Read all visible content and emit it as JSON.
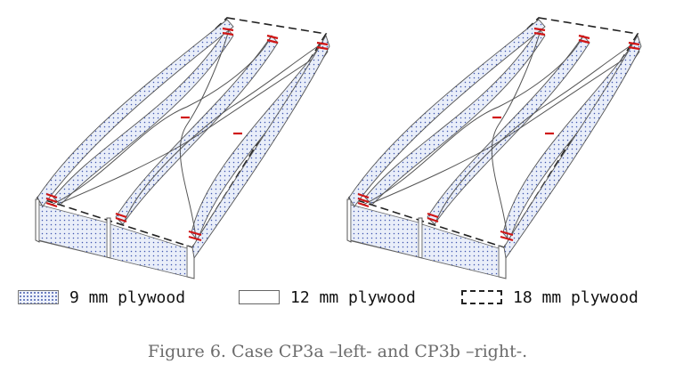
{
  "legend": {
    "items": [
      {
        "label": "9 mm plywood",
        "swatch": "dotted"
      },
      {
        "label": "12 mm plywood",
        "swatch": "plain"
      },
      {
        "label": "18 mm plywood",
        "swatch": "dashed"
      }
    ]
  },
  "caption": "Figure 6. Case CP3a –left- and CP3b –right-.",
  "colors": {
    "panel_fill": "#e9eef9",
    "dot": "#3f56b0",
    "edge": "#555555",
    "dashed": "#222222",
    "joint": "#d01515",
    "caption": "#6b6b6b"
  }
}
